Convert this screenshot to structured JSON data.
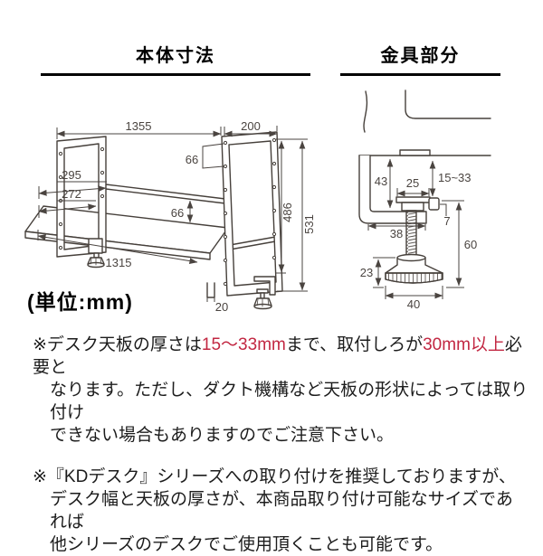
{
  "colors": {
    "accent_red": "#c22742",
    "diagram_line": "#46403b",
    "dimension_text": "#4a4440",
    "heading": "#000000"
  },
  "headers": {
    "body_section": "本体寸法",
    "bracket_section": "金具部分"
  },
  "unit_note": "(単位:mm)",
  "body_diagram": {
    "labels": {
      "overall_width": "1355",
      "side_depth": "200",
      "hole_pitch": "66",
      "upper_depth": "295",
      "lower_depth": "272",
      "rail_gap": "66",
      "frame_height": "486",
      "total_height": "531",
      "shelf_width": "1315",
      "tab_depth": "20"
    }
  },
  "bracket_diagram": {
    "labels": {
      "jaw_depth": "43",
      "pad_width": "25",
      "grip_range": "15~33",
      "arm_length": "38",
      "pad_thickness": "7",
      "leg_height": "60",
      "knob_height": "23",
      "knob_diameter": "40"
    }
  },
  "notes": [
    {
      "lines": [
        {
          "indent": false,
          "segments": [
            {
              "t": "※デスク天板の厚さは"
            },
            {
              "t": "15〜33mm",
              "red": true
            },
            {
              "t": "まで、取付しろが"
            },
            {
              "t": "30mm以上",
              "red": true
            },
            {
              "t": "必要と"
            }
          ]
        },
        {
          "indent": true,
          "segments": [
            {
              "t": "なります。ただし、ダクト機構など天板の形状によっては取り付け"
            }
          ]
        },
        {
          "indent": true,
          "segments": [
            {
              "t": "できない場合もありますのでご注意下さい。"
            }
          ]
        }
      ]
    },
    {
      "lines": [
        {
          "indent": false,
          "segments": [
            {
              "t": "※『KDデスク』シリーズへの取り付けを推奨しておりますが、"
            }
          ]
        },
        {
          "indent": true,
          "segments": [
            {
              "t": "デスク幅と天板の厚さが、本商品取り付け可能なサイズであれば"
            }
          ]
        },
        {
          "indent": true,
          "segments": [
            {
              "t": "他シリーズのデスクでご使用頂くことも可能です。"
            }
          ]
        }
      ]
    }
  ]
}
